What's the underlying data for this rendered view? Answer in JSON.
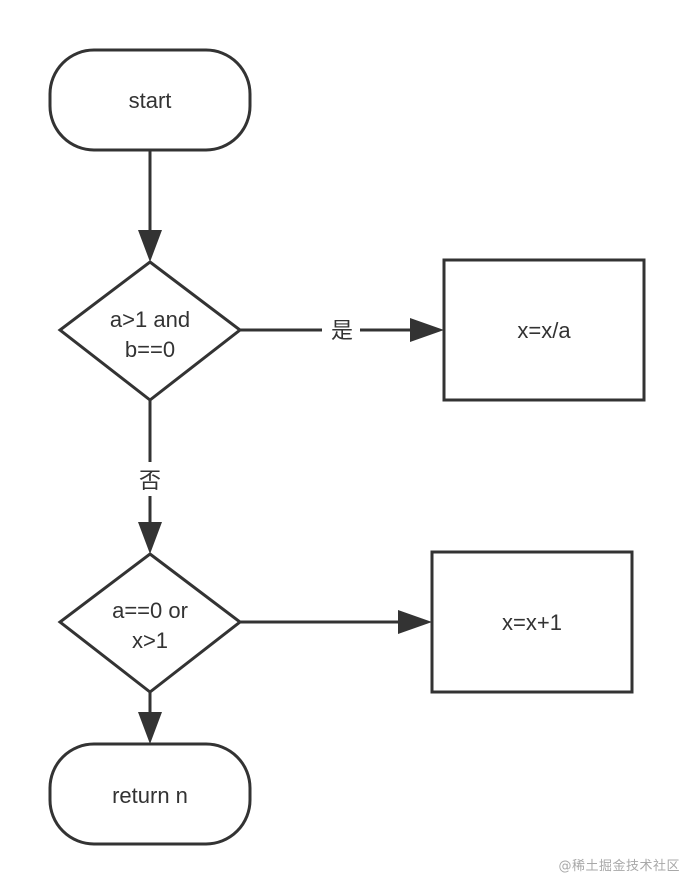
{
  "nodes": {
    "start": {
      "label": "start"
    },
    "decision1": {
      "line1": "a>1 and",
      "line2": "b==0"
    },
    "process1": {
      "label": "x=x/a"
    },
    "decision2": {
      "line1": "a==0 or",
      "line2": "x>1"
    },
    "process2": {
      "label": "x=x+1"
    },
    "end": {
      "label": "return n"
    }
  },
  "edges": {
    "yes_label": "是",
    "no_label": "否"
  },
  "watermark": "@稀土掘金技术社区",
  "colors": {
    "stroke": "#333333",
    "background": "#ffffff"
  }
}
